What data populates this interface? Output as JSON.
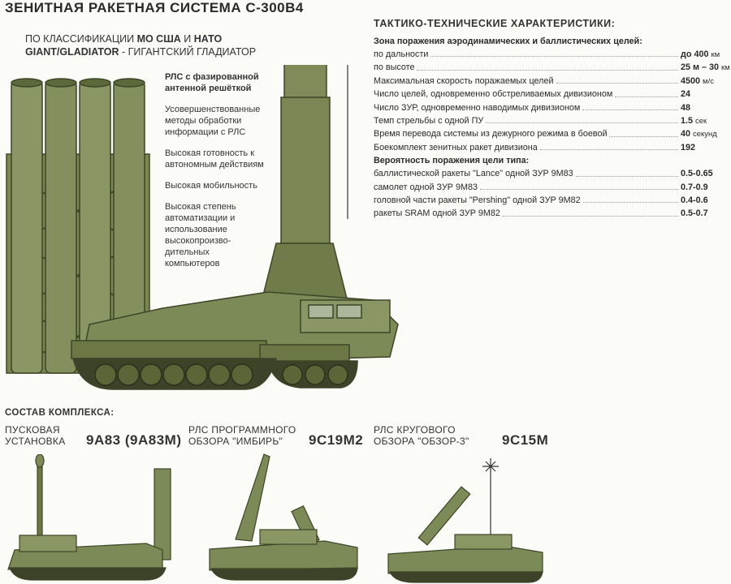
{
  "title": "ЗЕНИТНАЯ РАКЕТНАЯ СИСТЕМА С-300В4",
  "classification": {
    "prefix": "ПО КЛАССИФИКАЦИИ ",
    "org1": "МО США",
    "and": " И ",
    "org2": "НАТО",
    "name": "GIANT/GLADIATOR",
    "suffix": " - ГИГАНТСКИЙ ГЛАДИАТОР"
  },
  "features": [
    "РЛС с фазированной антенной решёткой",
    "Усовершенствованные методы обработки информации с РЛС",
    "Высокая готовность к автономным действиям",
    "Высокая мобильность",
    "Высокая степень автоматизации и использование высокопроизво-дительных компьютеров"
  ],
  "specs": {
    "title": "ТАКТИКО-ТЕХНИЧЕСКИЕ ХАРАКТЕРИСТИКИ:",
    "zone_header": "Зона поражения аэродинамических и баллистических целей:",
    "rows": [
      {
        "label": "по дальности",
        "value": "до 400",
        "unit": "км"
      },
      {
        "label": "по высоте",
        "value": "25 м – 30",
        "unit": "км"
      },
      {
        "label": "Максимальная скорость поражаемых целей",
        "value": "4500",
        "unit": "м/с"
      },
      {
        "label": "Число целей, одновременно обстреливаемых дивизионом",
        "value": "24",
        "unit": ""
      },
      {
        "label": "Число ЗУР, одновременно наводимых дивизионом",
        "value": "48",
        "unit": ""
      },
      {
        "label": "Темп стрельбы с одной ПУ",
        "value": "1.5",
        "unit": "сек"
      },
      {
        "label": "Время перевода системы из дежурного режима в боевой",
        "value": "40",
        "unit": "секунд"
      },
      {
        "label": "Боекомплект зенитных ракет дивизиона",
        "value": "192",
        "unit": ""
      }
    ],
    "prob_header": "Вероятность поражения цели типа:",
    "prob_rows": [
      {
        "label": "баллистической ракеты \"Lance\" одной ЗУР 9М83",
        "value": "0.5-0.65"
      },
      {
        "label": "самолет одной ЗУР 9М83",
        "value": "0.7-0.9"
      },
      {
        "label": "головной части ракеты \"Pershing\" одной ЗУР 9М82",
        "value": "0.4-0.6"
      },
      {
        "label": "ракеты SRAM одной ЗУР 9М82",
        "value": "0.5-0.7"
      }
    ]
  },
  "composition": {
    "title": "СОСТАВ КОМПЛЕКСА:",
    "units": [
      {
        "label1": "ПУСКОВАЯ",
        "label2": "УСТАНОВКА",
        "code": "9А83 (9А83М)"
      },
      {
        "label1": "РЛС ПРОГРАММНОГО",
        "label2": "ОБЗОРА \"ИМБИРЬ\"",
        "code": "9С19М2"
      },
      {
        "label1": "РЛС КРУГОВОГО",
        "label2": "ОБЗОРА \"ОБЗОР-3\"",
        "code": "9С15М"
      }
    ]
  },
  "colors": {
    "vehicle": "#7c8a57",
    "vehicle_dark": "#4e5a33",
    "text": "#333333"
  }
}
